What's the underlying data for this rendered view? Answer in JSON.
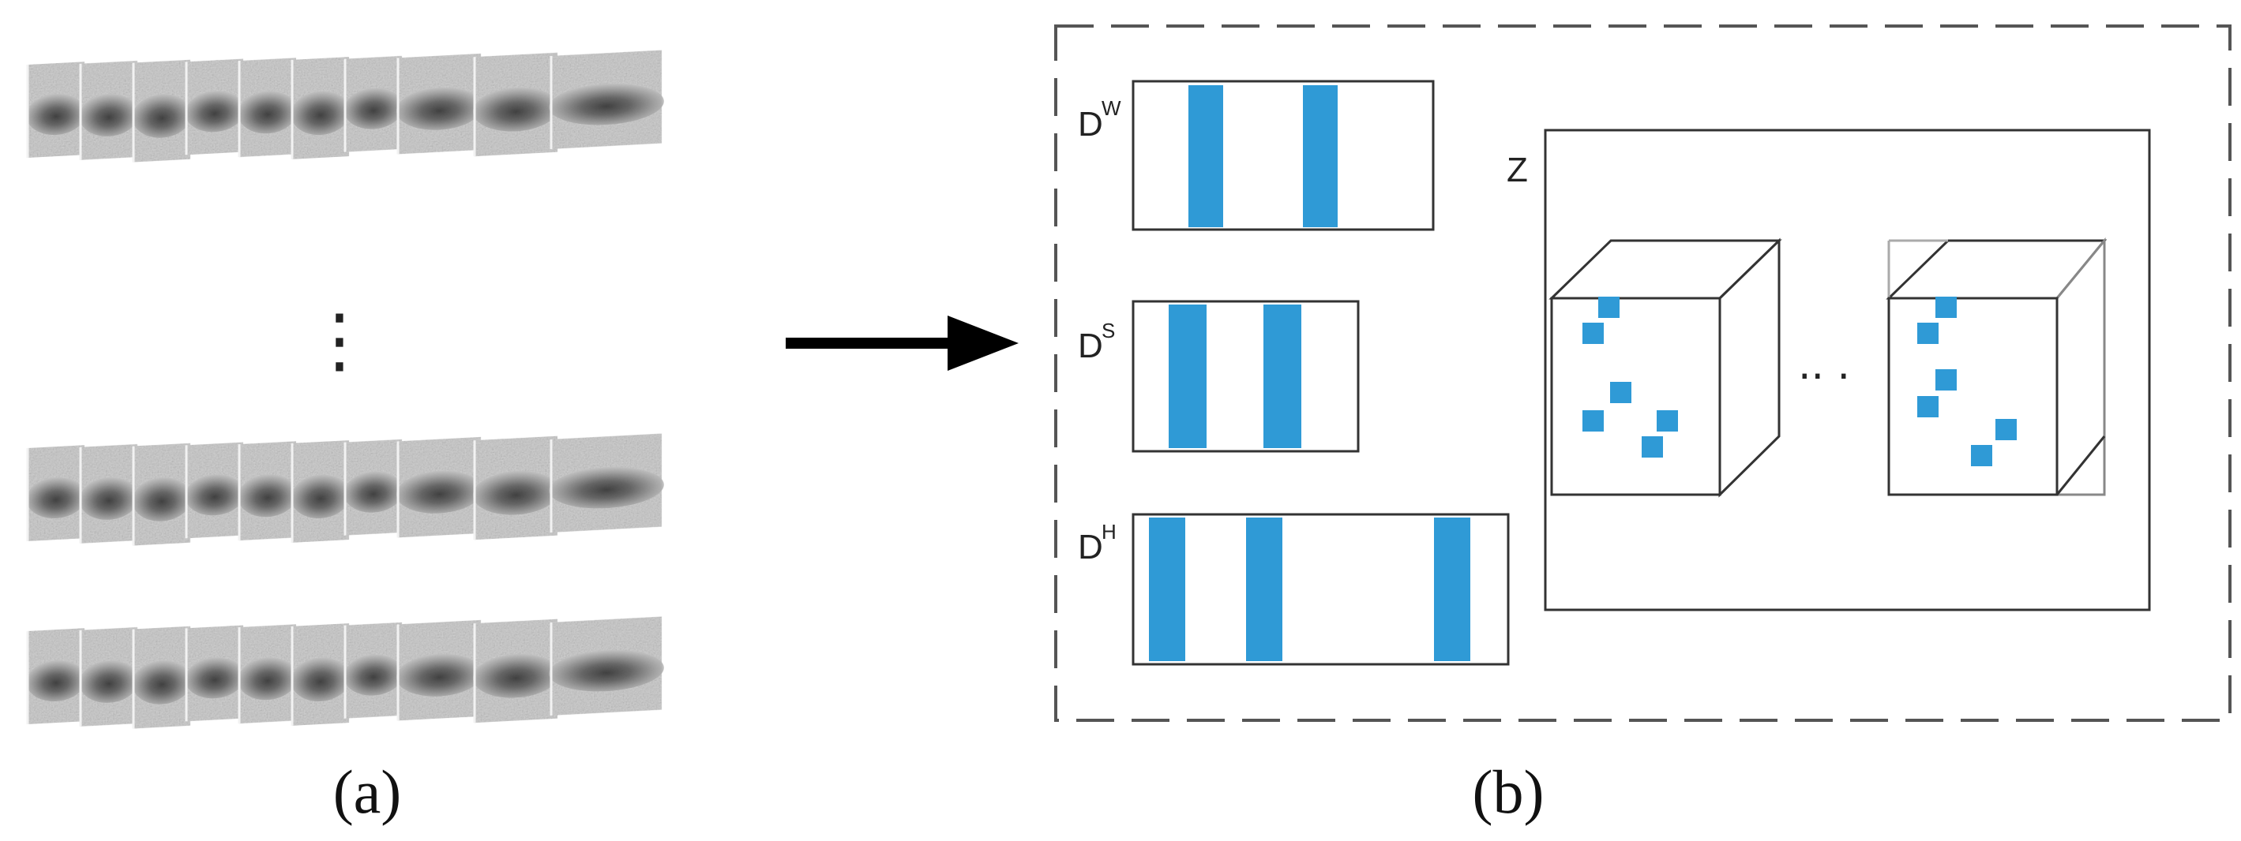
{
  "panels": {
    "a": {
      "label": "(a)"
    },
    "b": {
      "label": "(b)"
    }
  },
  "dictionaries": [
    {
      "base": "D",
      "sup": "W",
      "atom_count": 2
    },
    {
      "base": "D",
      "sup": "S",
      "atom_count": 2
    },
    {
      "base": "D",
      "sup": "H",
      "atom_count": 3
    }
  ],
  "coefficient_block": {
    "label": "Z",
    "separator": "·· ·"
  },
  "sequences": {
    "rows": 3,
    "frames_per_row": 10,
    "separator": "⋮"
  },
  "colors": {
    "atom": "#2f9ad6",
    "box_stroke": "#333333",
    "dashed_border": "#555555",
    "arrow": "#000000",
    "frame_dark": "#2a2a2a",
    "frame_light": "#d0d0d0"
  }
}
